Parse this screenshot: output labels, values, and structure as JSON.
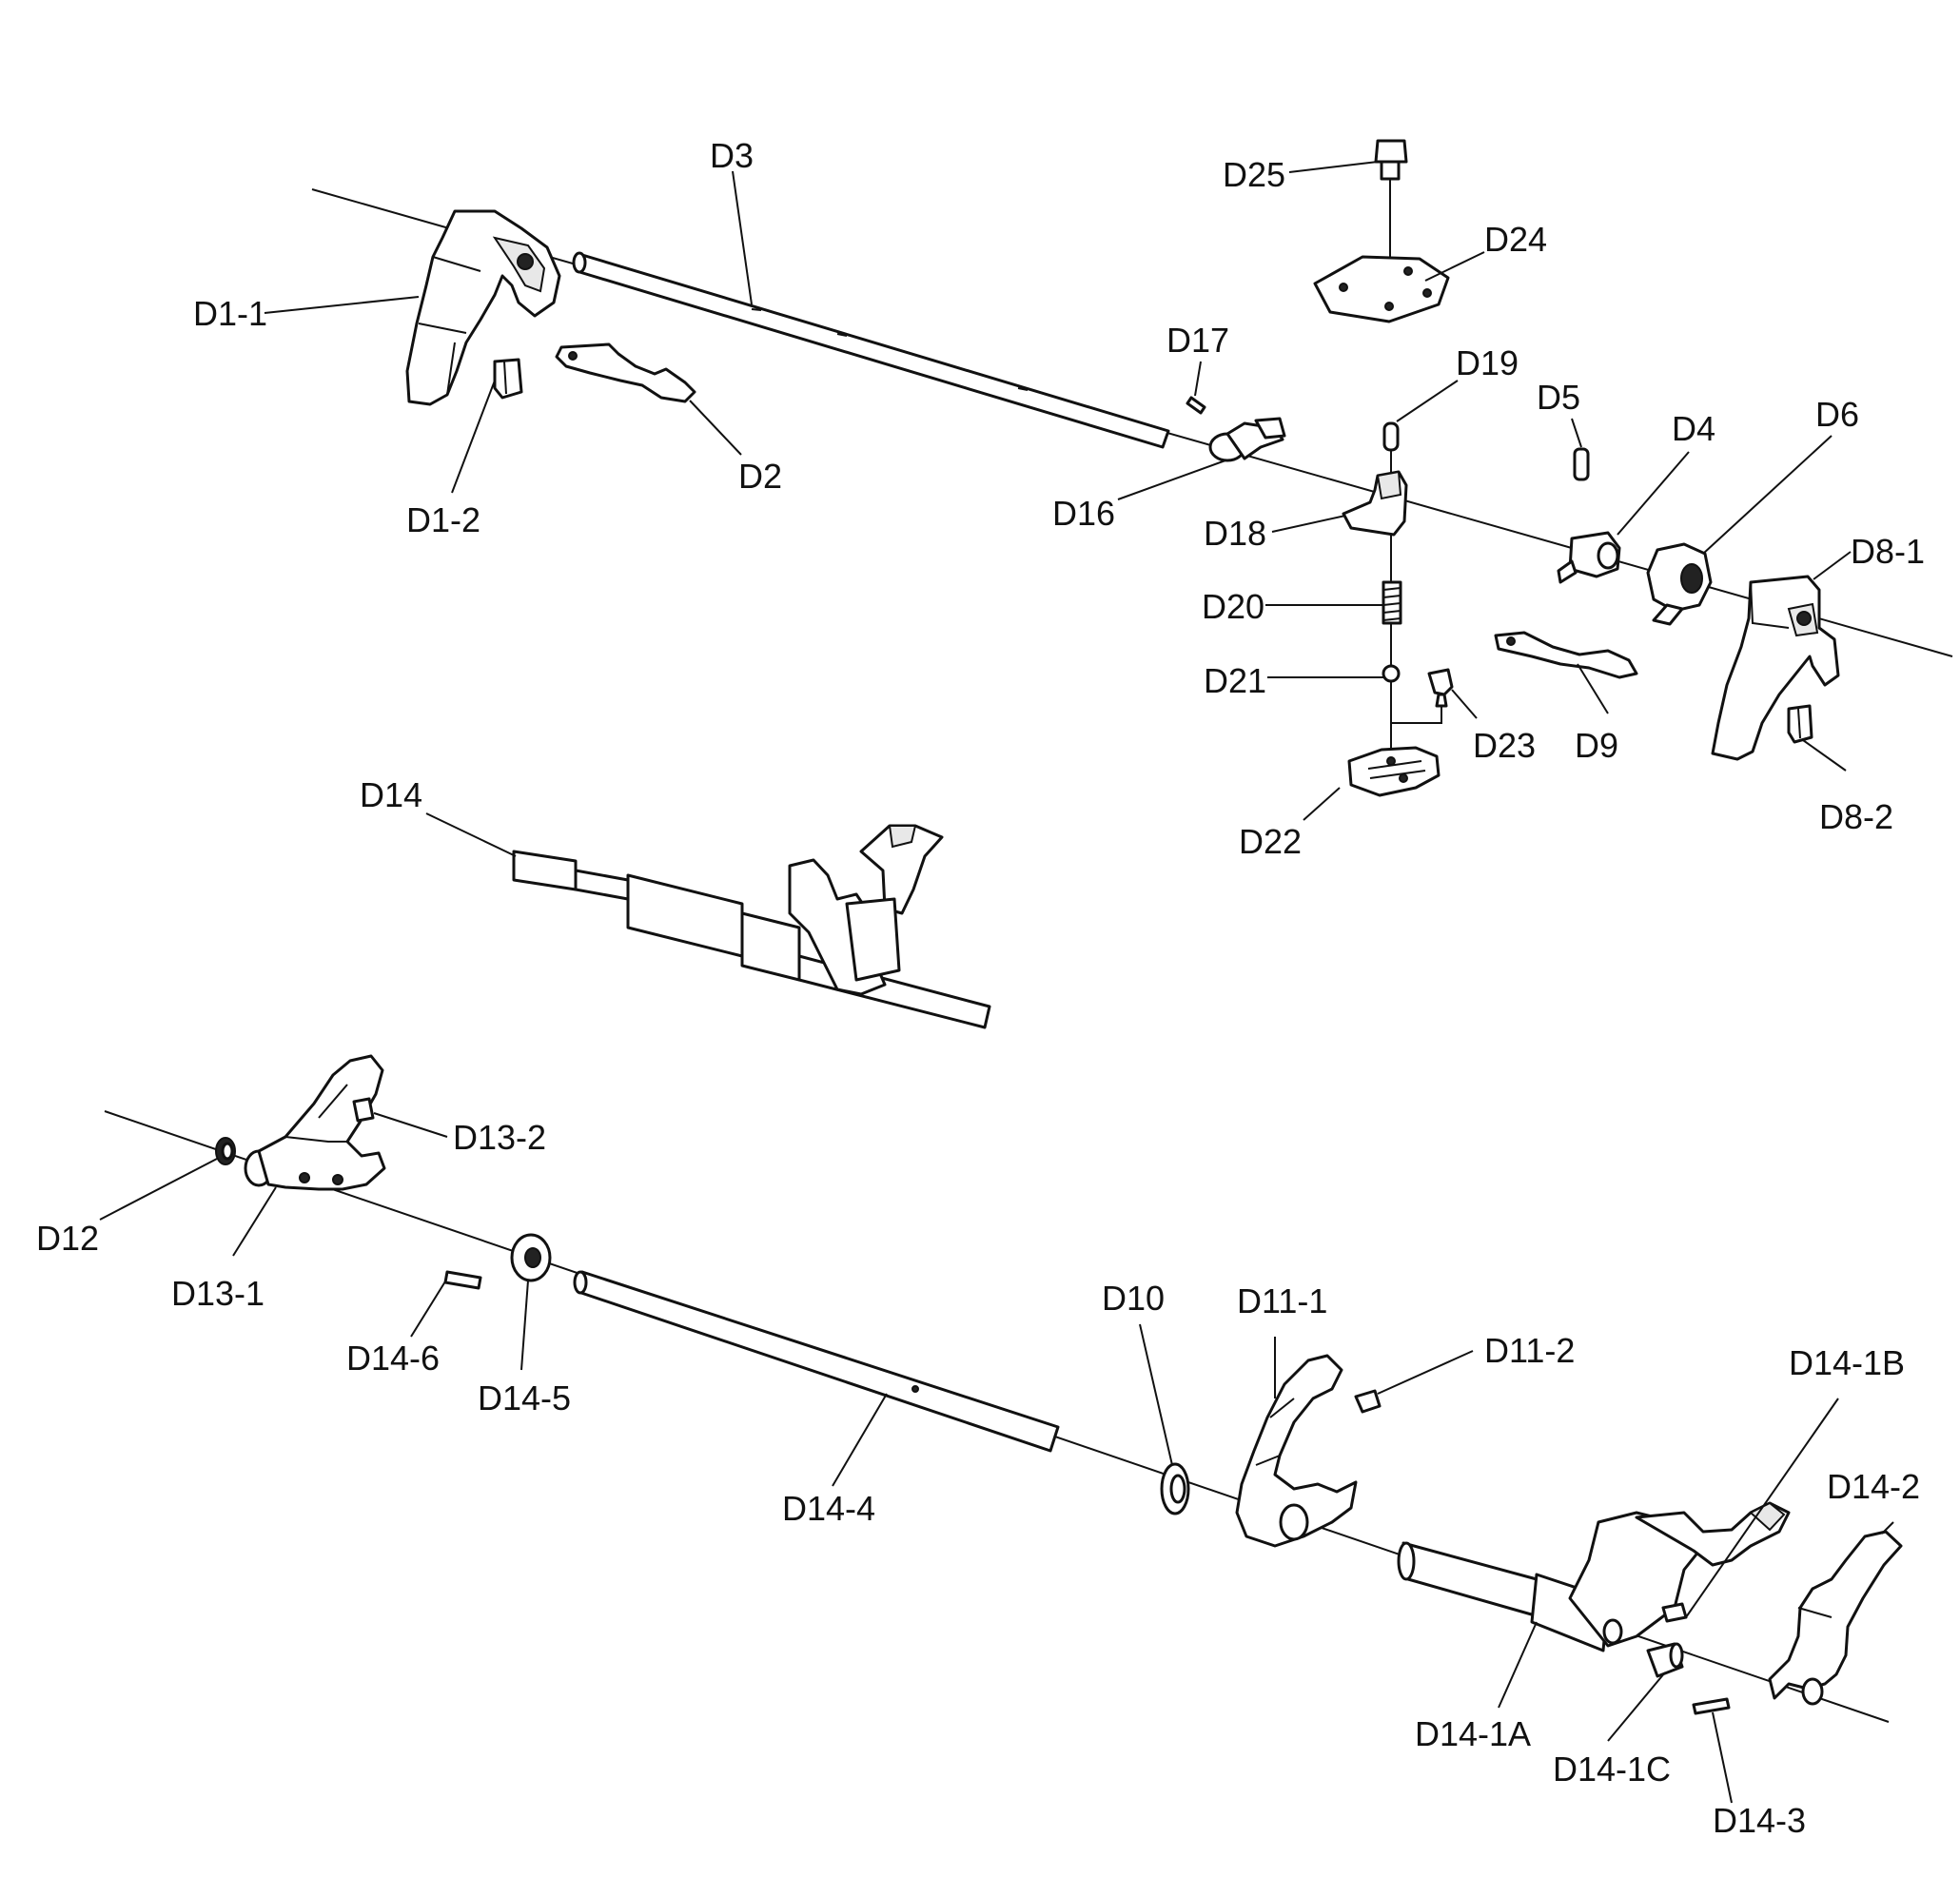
{
  "labels": {
    "d3": "D3",
    "d25": "D25",
    "d24": "D24",
    "d1_1": "D1-1",
    "d17": "D17",
    "d19": "D19",
    "d5": "D5",
    "d4": "D4",
    "d6": "D6",
    "d8_1": "D8-1",
    "d2": "D2",
    "d1_2": "D1-2",
    "d16": "D16",
    "d18": "D18",
    "d20": "D20",
    "d21": "D21",
    "d23": "D23",
    "d9": "D9",
    "d22": "D22",
    "d8_2": "D8-2",
    "d14": "D14",
    "d13_2": "D13-2",
    "d12": "D12",
    "d13_1": "D13-1",
    "d14_6": "D14-6",
    "d14_5": "D14-5",
    "d10": "D10",
    "d11_1": "D11-1",
    "d11_2": "D11-2",
    "d14_1b": "D14-1B",
    "d14_2": "D14-2",
    "d14_4": "D14-4",
    "d14_1a": "D14-1A",
    "d14_1c": "D14-1C",
    "d14_3": "D14-3"
  }
}
